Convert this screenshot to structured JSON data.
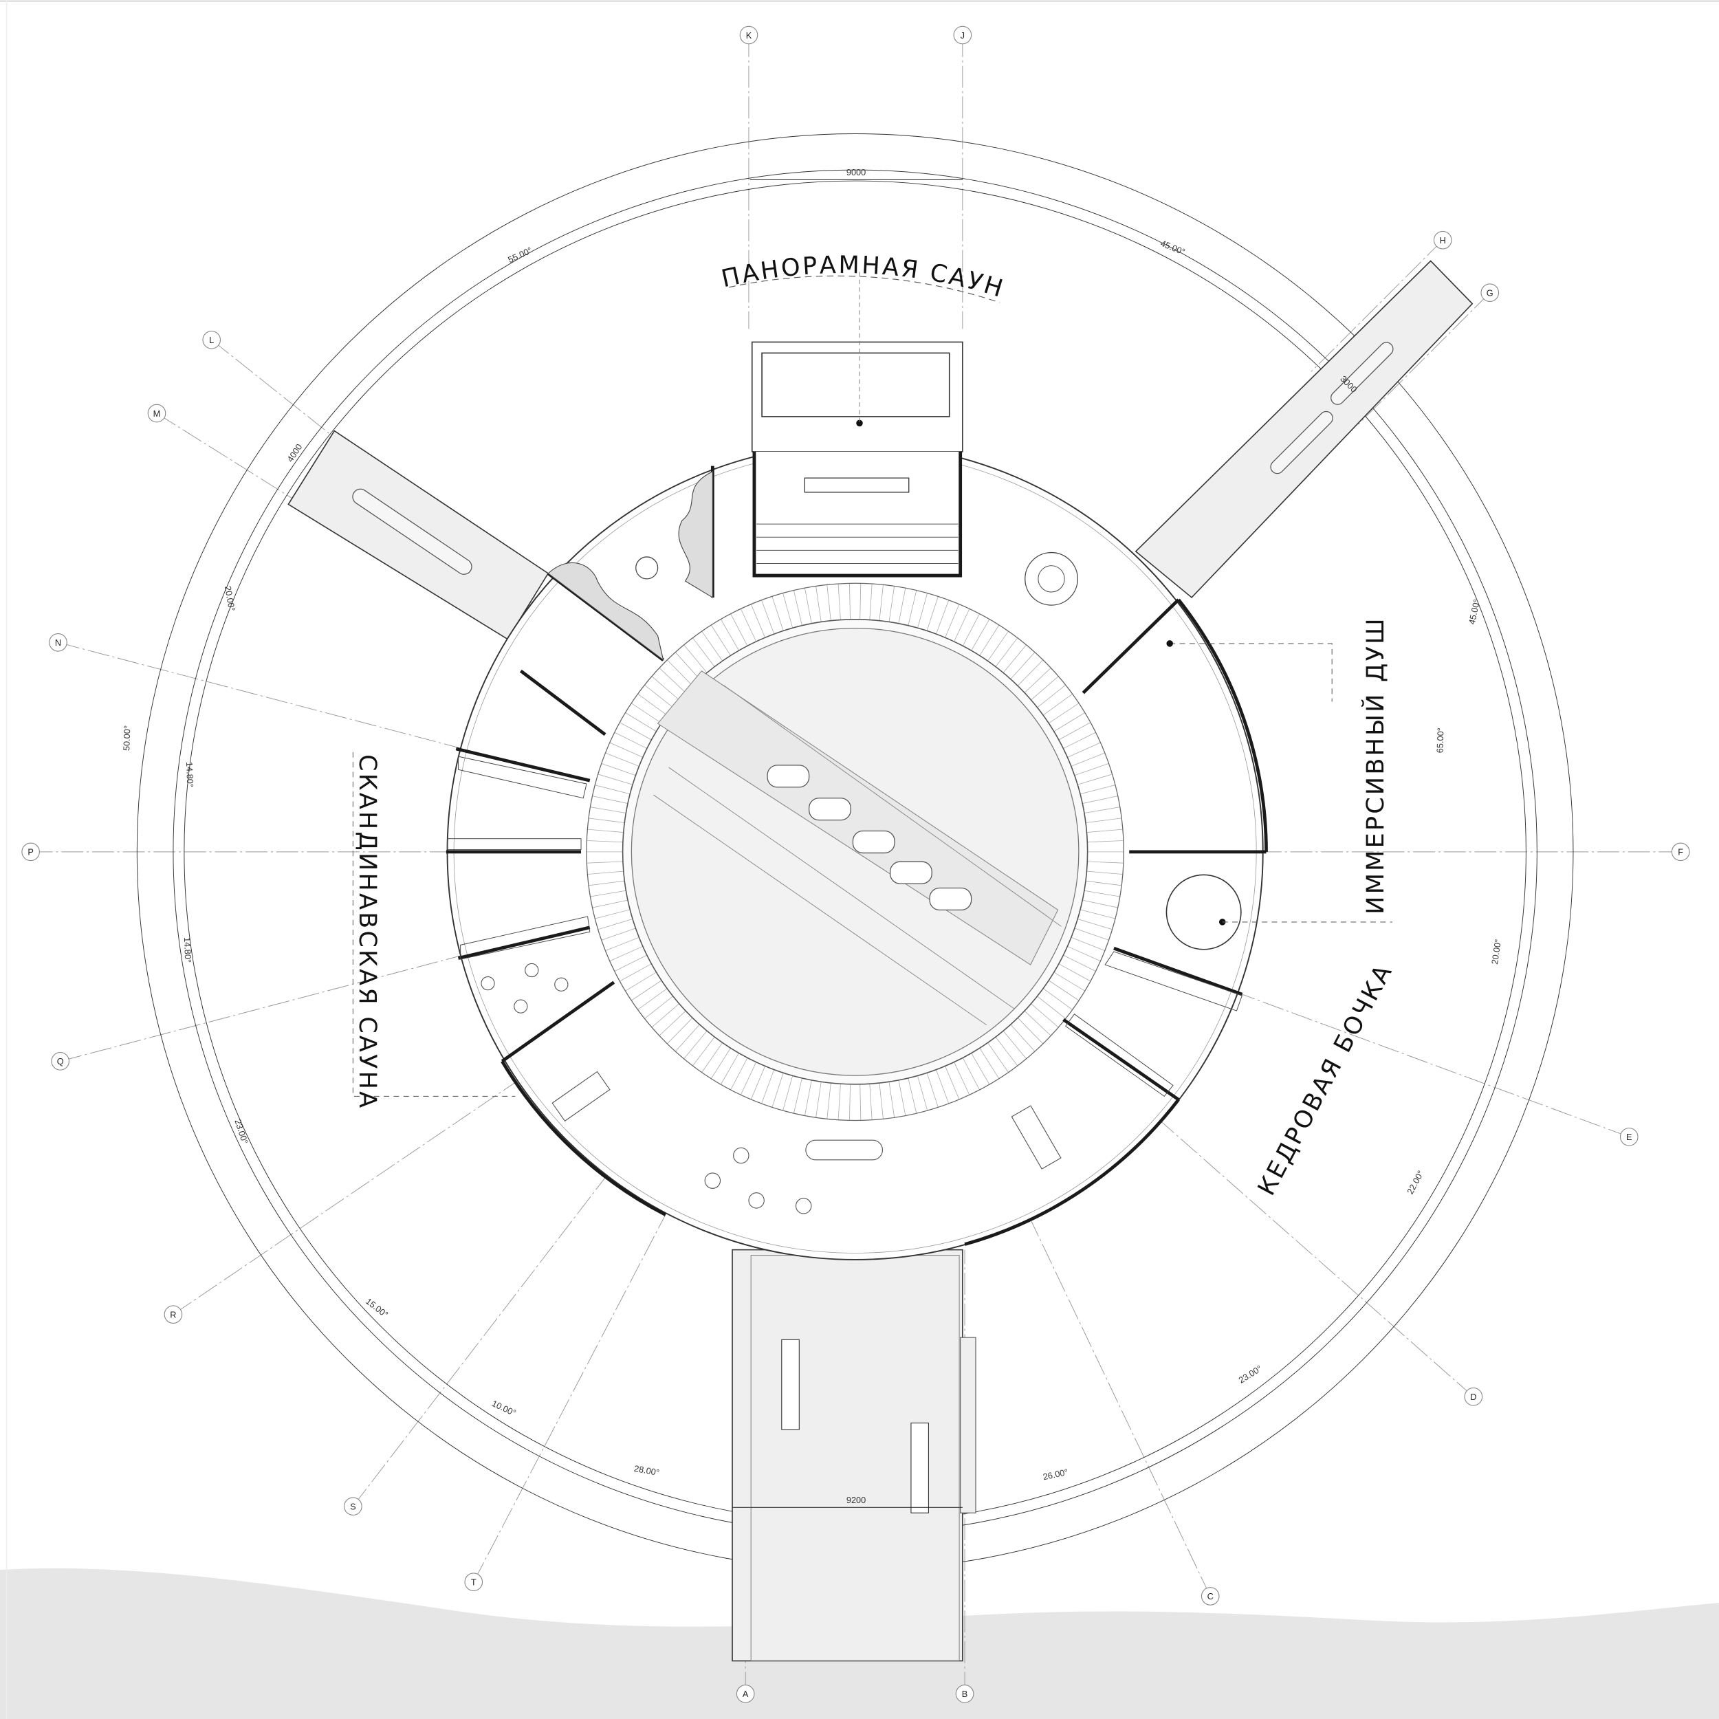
{
  "rooms": {
    "panoramic_sauna": "ПАНОРАМНАЯ САУНА",
    "scandinavian_sauna": "СКАНДИНАВСКАЯ САУНА",
    "immersive_shower": "ИММЕРСИВНЫЙ ДУШ",
    "cedar_barrel": "КЕДРОВАЯ БОЧКА"
  },
  "grid_axes": [
    "K",
    "J",
    "H",
    "G",
    "L",
    "M",
    "N",
    "P",
    "F",
    "Q",
    "R",
    "S",
    "T",
    "C",
    "D",
    "E",
    "A",
    "B"
  ],
  "dimensions": {
    "top_width": "9000",
    "bottom_width": "9200",
    "left_pier_width": "4000",
    "right_pier_width": "3000",
    "angles": [
      "55.00°",
      "45.00°",
      "20.00°",
      "50.00°",
      "14.80°",
      "14.80°",
      "23.00°",
      "15.00°",
      "10.00°",
      "28.00°",
      "26.00°",
      "23.00°",
      "22.00°",
      "20.00°",
      "65.00°",
      "45.00°"
    ]
  },
  "colors": {
    "wall": "#1a1a1a",
    "fill": "#efefef",
    "ground": "#e6e6e6",
    "line": "#555555"
  }
}
